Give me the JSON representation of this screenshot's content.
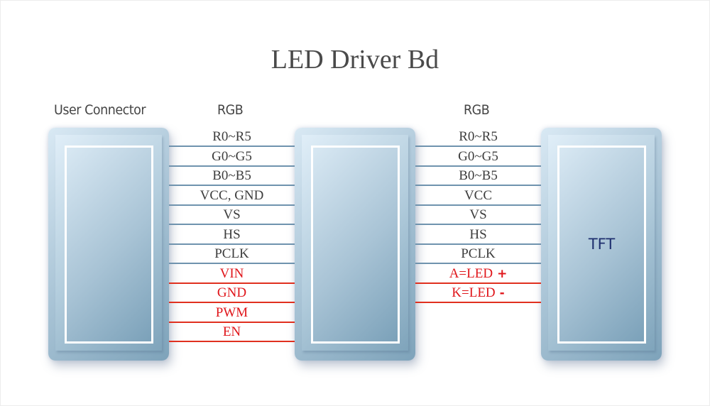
{
  "title": "LED Driver Bd",
  "headers": {
    "user_connector": "User Connector",
    "rgb_left": "RGB",
    "rgb_right": "RGB"
  },
  "blocks": {
    "left": {
      "label": ""
    },
    "middle": {
      "label": ""
    },
    "right": {
      "label": "TFT"
    }
  },
  "colors": {
    "signal_text": "#3d3d3d",
    "power_text": "#e0161b",
    "signal_line": "#6f93ae",
    "power_line": "#e0301f",
    "tft_text": "#1e2f6e"
  },
  "left_bus": [
    {
      "label": "R0~R5",
      "type": "signal"
    },
    {
      "label": "G0~G5",
      "type": "signal"
    },
    {
      "label": "B0~B5",
      "type": "signal"
    },
    {
      "label": "VCC, GND",
      "type": "signal"
    },
    {
      "label": "VS",
      "type": "signal"
    },
    {
      "label": "HS",
      "type": "signal"
    },
    {
      "label": "PCLK",
      "type": "signal"
    },
    {
      "label": "VIN",
      "type": "power"
    },
    {
      "label": "GND",
      "type": "power"
    },
    {
      "label": "PWM",
      "type": "power"
    },
    {
      "label": "EN",
      "type": "power"
    }
  ],
  "right_bus": [
    {
      "label": "R0~R5",
      "type": "signal"
    },
    {
      "label": "G0~G5",
      "type": "signal"
    },
    {
      "label": "B0~B5",
      "type": "signal"
    },
    {
      "label": "VCC",
      "type": "signal"
    },
    {
      "label": "VS",
      "type": "signal"
    },
    {
      "label": "HS",
      "type": "signal"
    },
    {
      "label": "PCLK",
      "type": "signal"
    },
    {
      "label": "A=LED",
      "suffix": "+",
      "type": "power"
    },
    {
      "label": "K=LED",
      "suffix": "-",
      "type": "power"
    }
  ]
}
